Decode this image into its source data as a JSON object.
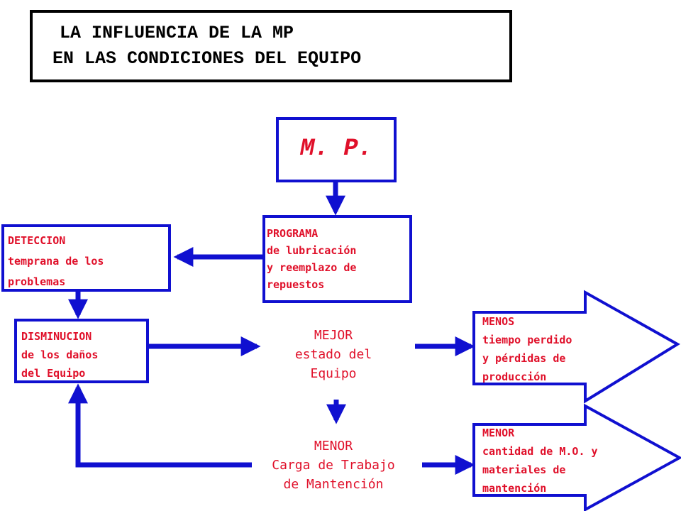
{
  "title": {
    "line1": "LA INFLUENCIA DE LA MP",
    "line2": "EN LAS CONDICIONES DEL EQUIPO"
  },
  "nodes": {
    "mp": "M. P.",
    "programa": [
      "PROGRAMA",
      "de lubricación",
      "y reemplazo de",
      "repuestos"
    ],
    "deteccion": [
      "DETECCION",
      "temprana de los",
      "problemas"
    ],
    "disminucion": [
      "DISMINUCION",
      "de los daños",
      "del Equipo"
    ],
    "mejor": [
      "MEJOR",
      "estado del",
      "Equipo"
    ],
    "menor_carga": [
      "MENOR",
      "Carga de Trabajo",
      "de Mantención"
    ],
    "menos": [
      "MENOS",
      "tiempo perdido",
      "y pérdidas de",
      "producción"
    ],
    "menor_cantidad": [
      "MENOR",
      "cantidad de M.O. y",
      "materiales de",
      "mantención"
    ]
  },
  "colors": {
    "border": "#1010d0",
    "text": "#e0102a",
    "title_text": "#000000"
  }
}
